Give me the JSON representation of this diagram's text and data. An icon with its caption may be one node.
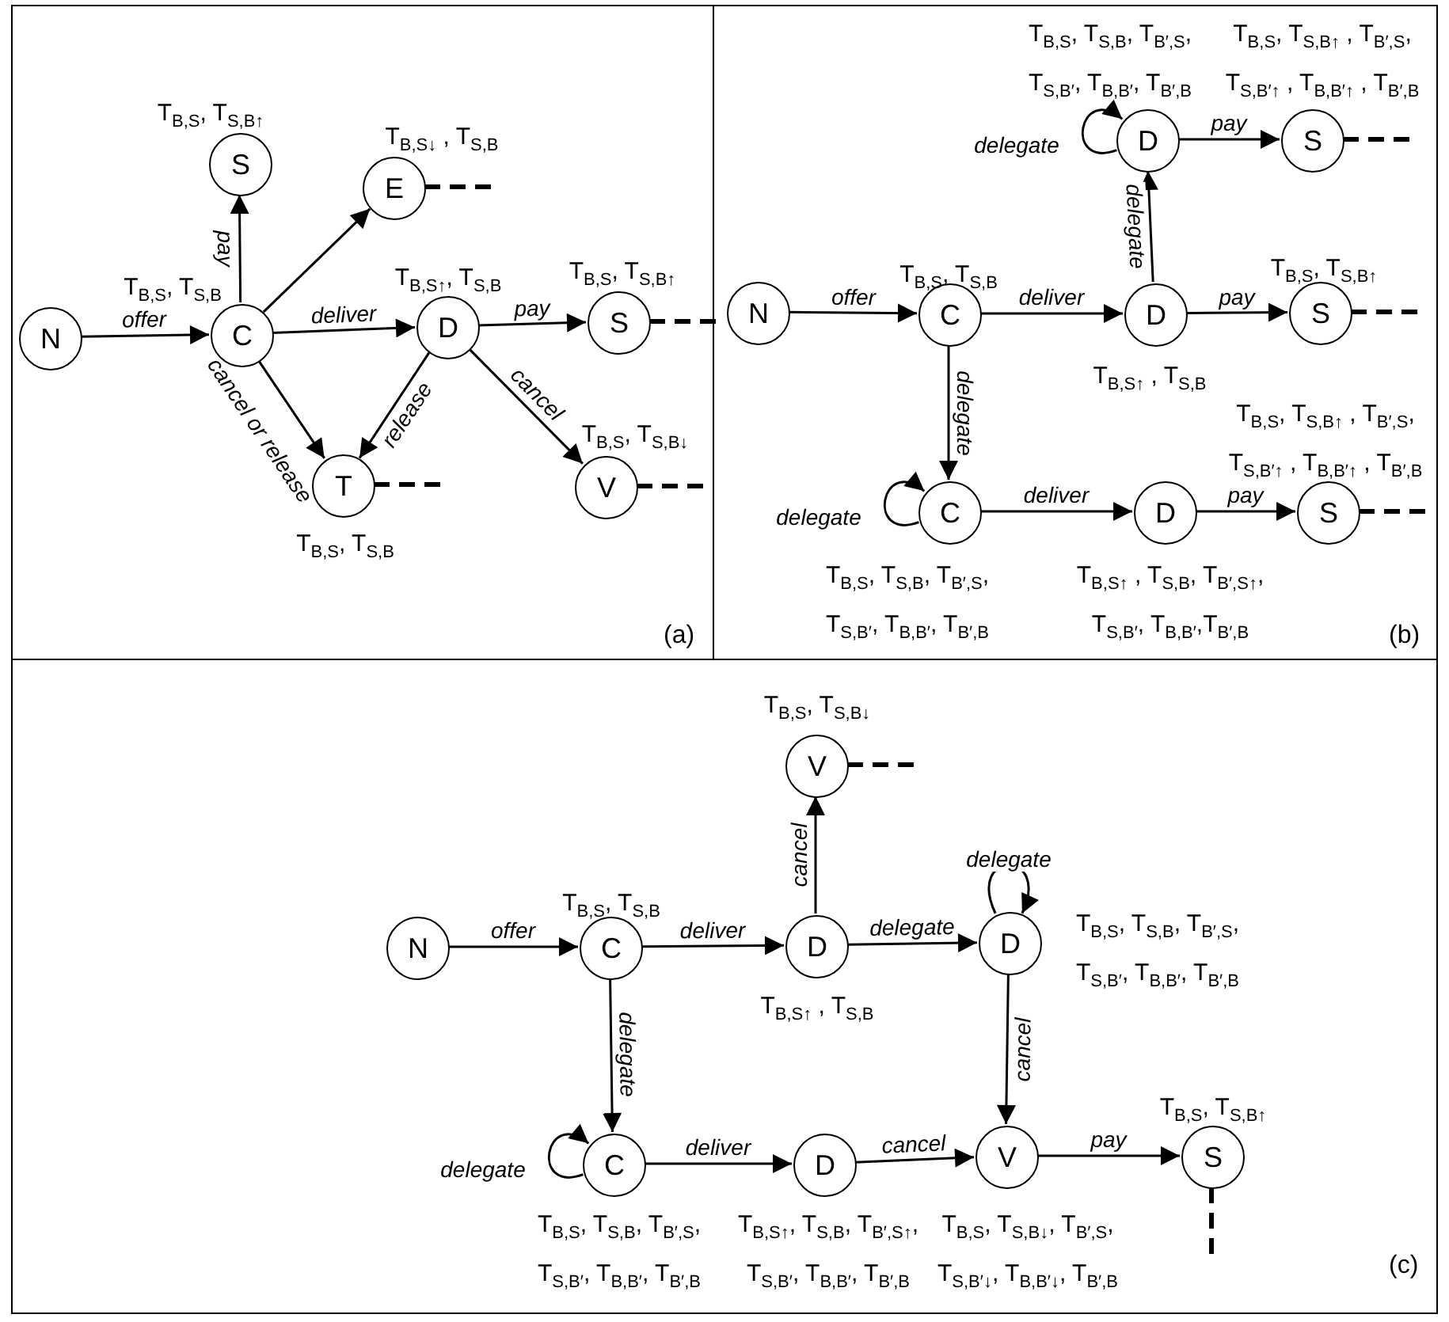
{
  "diagram": {
    "nodes": [
      {
        "text": [
          "(a)"
        ]
      },
      {
        "text": [
          "N"
        ],
        "in": 0
      },
      {
        "text": [
          "C"
        ],
        "in": 0,
        "beside": [
          "T$_{B,S}$, T$_{S,B}$"
        ]
      },
      {
        "text": [
          "S"
        ],
        "in": 0,
        "beside": [
          "T$_{B,S}$, T$_{S,B↑}$"
        ]
      },
      {
        "text": [
          "E"
        ],
        "in": 0,
        "beside": [
          "T$_{B,S↓}$ , T$_{S,B}$"
        ]
      },
      {
        "text": [
          "D"
        ],
        "in": 0,
        "beside": [
          "T$_{B,S↑}$, T$_{S,B}$"
        ]
      },
      {
        "text": [
          "S"
        ],
        "in": 0,
        "beside": [
          "T$_{B,S}$, T$_{S,B↑}$"
        ]
      },
      {
        "text": [
          "T"
        ],
        "in": 0,
        "beside": [
          "T$_{B,S}$, T$_{S,B}$"
        ]
      },
      {
        "text": [
          "V"
        ],
        "in": 0,
        "beside": [
          "T$_{B,S}$, T$_{S,B↓}$"
        ]
      },
      {
        "text": [
          "(b)"
        ]
      },
      {
        "text": [
          "D"
        ],
        "in": 9,
        "beside": [
          "T$_{B,S}$, T$_{S,B}$, T$_{B′,S}$, T$_{S,B′}$, T$_{B,B′}$, T$_{B′,B}$"
        ]
      },
      {
        "text": [
          "S"
        ],
        "in": 9,
        "beside": [
          "T$_{B,S}$, T$_{S,B↑}$ , T$_{B′,S}$, T$_{S,B′↑}$ , T$_{B,B′↑}$ , T$_{B′,B}$"
        ]
      },
      {
        "text": [
          "N"
        ],
        "in": 9
      },
      {
        "text": [
          "C"
        ],
        "in": 9,
        "beside": [
          "T$_{B,S}$, T$_{S,B}$"
        ]
      },
      {
        "text": [
          "D"
        ],
        "in": 9,
        "beside": [
          "T$_{B,S↑}$ , T$_{S,B}$"
        ]
      },
      {
        "text": [
          "S"
        ],
        "in": 9,
        "beside": [
          "T$_{B,S}$, T$_{S,B↑}$"
        ]
      },
      {
        "text": [
          "C"
        ],
        "in": 9,
        "beside": [
          "T$_{B,S}$, T$_{S,B}$, T$_{B′,S}$, T$_{S,B′}$, T$_{B,B′}$, T$_{B′,B}$"
        ]
      },
      {
        "text": [
          "D"
        ],
        "in": 9,
        "beside": [
          "T$_{B,S↑}$ , T$_{S,B}$, T$_{B′,S↑}$, T$_{S,B′}$, T$_{B,B′}$,T$_{B′,B}$"
        ]
      },
      {
        "text": [
          "S"
        ],
        "in": 9,
        "beside": [
          "T$_{B,S}$, T$_{S,B↑}$ , T$_{B′,S}$, T$_{S,B′↑}$ , T$_{B,B′↑}$ , T$_{B′,B}$"
        ]
      },
      {
        "text": [
          "(c)"
        ]
      },
      {
        "text": [
          "V"
        ],
        "in": 19,
        "beside": [
          "T$_{B,S}$, T$_{S,B↓}$"
        ]
      },
      {
        "text": [
          "N"
        ],
        "in": 19
      },
      {
        "text": [
          "C"
        ],
        "in": 19,
        "beside": [
          "T$_{B,S}$, T$_{S,B}$"
        ]
      },
      {
        "text": [
          "D"
        ],
        "in": 19,
        "beside": [
          "T$_{B,S↑}$ , T$_{S,B}$"
        ]
      },
      {
        "text": [
          "D"
        ],
        "in": 19,
        "beside": [
          "T$_{B,S}$, T$_{S,B}$, T$_{B′,S}$, T$_{S,B′}$, T$_{B,B′}$, T$_{B′,B}$"
        ]
      },
      {
        "text": [
          "C"
        ],
        "in": 19,
        "beside": [
          "T$_{B,S}$, T$_{S,B}$, T$_{B′,S}$, T$_{S,B′}$, T$_{B,B′}$, T$_{B′,B}$"
        ]
      },
      {
        "text": [
          "D"
        ],
        "in": 19,
        "beside": [
          "T$_{B,S↑}$, T$_{S,B}$, T$_{B′,S↑}$, T$_{S,B′}$, T$_{B,B′}$, T$_{B′,B}$"
        ]
      },
      {
        "text": [
          "V"
        ],
        "in": 19,
        "beside": [
          "T$_{B,S}$, T$_{S,B↓}$, T$_{B′,S}$, T$_{S,B′↓}$, T$_{B,B′↓}$, T$_{B′,B}$"
        ]
      },
      {
        "text": [
          "S"
        ],
        "in": 19,
        "beside": [
          "T$_{B,S}$, T$_{S,B↑}$"
        ]
      }
    ],
    "edges": [
      {
        "from": 1,
        "to": 2,
        "label": "offer",
        "arrow": "to"
      },
      {
        "from": 2,
        "to": 3,
        "label": "pay",
        "arrow": "to"
      },
      {
        "from": 2,
        "to": 4,
        "arrow": "to"
      },
      {
        "from": 2,
        "to": 5,
        "label": "deliver",
        "arrow": "to"
      },
      {
        "from": 5,
        "to": 6,
        "label": "pay",
        "arrow": "to"
      },
      {
        "from": 2,
        "to": 7,
        "label": "cancel or release",
        "arrow": "to"
      },
      {
        "from": 5,
        "to": 7,
        "label": "release",
        "arrow": "to"
      },
      {
        "from": 5,
        "to": 8,
        "label": "cancel",
        "arrow": "to"
      },
      {
        "from": 4,
        "to": null,
        "arrow": "none",
        "style": "dashed"
      },
      {
        "from": 6,
        "to": null,
        "arrow": "none",
        "style": "dashed"
      },
      {
        "from": 7,
        "to": null,
        "arrow": "none",
        "style": "dashed"
      },
      {
        "from": 8,
        "to": null,
        "arrow": "none",
        "style": "dashed"
      },
      {
        "from": 12,
        "to": 13,
        "label": "offer",
        "arrow": "to"
      },
      {
        "from": 13,
        "to": 14,
        "label": "deliver",
        "arrow": "to"
      },
      {
        "from": 14,
        "to": 15,
        "label": "pay",
        "arrow": "to"
      },
      {
        "from": 14,
        "to": 10,
        "label": "delegate",
        "arrow": "to"
      },
      {
        "from": 10,
        "to": 10,
        "label": "delegate",
        "arrow": "to"
      },
      {
        "from": 10,
        "to": 11,
        "label": "pay",
        "arrow": "to"
      },
      {
        "from": 13,
        "to": 16,
        "label": "delegate",
        "arrow": "to"
      },
      {
        "from": 16,
        "to": 16,
        "label": "delegate",
        "arrow": "to"
      },
      {
        "from": 16,
        "to": 17,
        "label": "deliver",
        "arrow": "to"
      },
      {
        "from": 17,
        "to": 18,
        "label": "pay",
        "arrow": "to"
      },
      {
        "from": 11,
        "to": null,
        "arrow": "none",
        "style": "dashed"
      },
      {
        "from": 15,
        "to": null,
        "arrow": "none",
        "style": "dashed"
      },
      {
        "from": 18,
        "to": null,
        "arrow": "none",
        "style": "dashed"
      },
      {
        "from": 21,
        "to": 22,
        "label": "offer",
        "arrow": "to"
      },
      {
        "from": 22,
        "to": 23,
        "label": "deliver",
        "arrow": "to"
      },
      {
        "from": 23,
        "to": 20,
        "label": "cancel",
        "arrow": "to"
      },
      {
        "from": 23,
        "to": 24,
        "label": "delegate",
        "arrow": "to"
      },
      {
        "from": 24,
        "to": 24,
        "label": "delegate",
        "arrow": "to"
      },
      {
        "from": 24,
        "to": 27,
        "label": "cancel",
        "arrow": "to"
      },
      {
        "from": 22,
        "to": 25,
        "label": "delegate",
        "arrow": "to"
      },
      {
        "from": 25,
        "to": 25,
        "label": "delegate",
        "arrow": "to"
      },
      {
        "from": 25,
        "to": 26,
        "label": "deliver",
        "arrow": "to"
      },
      {
        "from": 26,
        "to": 27,
        "label": "cancel",
        "arrow": "to"
      },
      {
        "from": 27,
        "to": 28,
        "label": "pay",
        "arrow": "to"
      },
      {
        "from": 20,
        "to": null,
        "arrow": "none",
        "style": "dashed"
      },
      {
        "from": 28,
        "to": null,
        "arrow": "none",
        "style": "dashed"
      }
    ]
  }
}
